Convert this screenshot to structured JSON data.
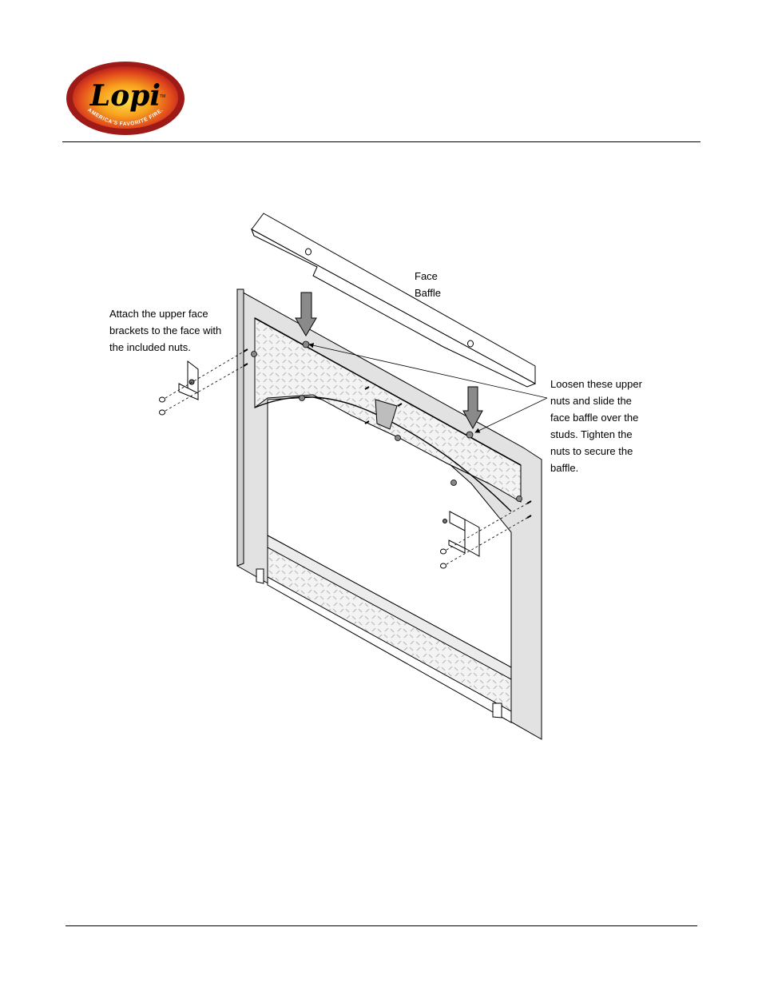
{
  "logo": {
    "brand": "Lopi",
    "trademark": "TM",
    "tagline": "AMERICA'S FAVORITE FIRE."
  },
  "labels": {
    "face_baffle": [
      "Face",
      "Baffle"
    ],
    "attach_brackets": [
      "Attach the upper face",
      "brackets to the face with",
      "the included nuts."
    ],
    "loosen_nuts": [
      "Loosen these upper",
      "nuts and slide the",
      "face baffle over the",
      "studs.  Tighten the",
      "nuts to secure the",
      "baffle."
    ]
  },
  "colors": {
    "logo_outer": "#b8201c",
    "logo_inner": "#ee7a1c",
    "logo_center": "#ffd23a",
    "panel_gray": "#dcdcdc",
    "arrow_gray": "#8a8a8a"
  }
}
